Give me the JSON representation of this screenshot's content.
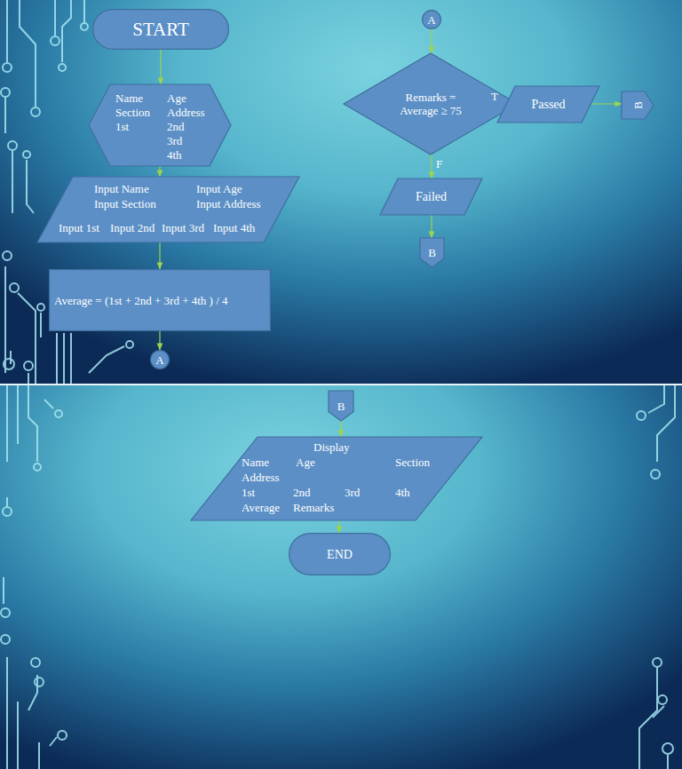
{
  "diagram": {
    "nodes": [
      {
        "text": [
          "START"
        ]
      },
      {
        "text": [
          "Name",
          "Age",
          "Section",
          "Address",
          "1st",
          "2nd",
          "3rd",
          "4th"
        ]
      },
      {
        "text": [
          "Input Name",
          "Input Age",
          "Input Section",
          "Input Address",
          "Input 1st",
          "Input 2nd",
          "Input 3rd",
          "Input 4th"
        ]
      },
      {
        "text": [
          "Average = (1st + 2nd + 3rd + 4th ) / 4"
        ]
      },
      {
        "text": [
          "A"
        ]
      },
      {
        "text": [
          "A"
        ]
      },
      {
        "text": [
          "Remarks = Average ≥ 75"
        ]
      },
      {
        "text": [
          "Passed"
        ]
      },
      {
        "text": [
          "B"
        ]
      },
      {
        "text": [
          "Failed"
        ]
      },
      {
        "text": [
          "B"
        ]
      },
      {
        "text": [
          "B"
        ]
      },
      {
        "text": [
          "Display",
          "Name",
          "Age",
          "Section",
          "Address",
          "1st",
          "2nd",
          "3rd",
          "4th",
          "Average",
          "Remarks"
        ]
      },
      {
        "text": [
          "END"
        ]
      }
    ],
    "edges": [
      {
        "from": 0,
        "to": 1,
        "arrow": "to"
      },
      {
        "from": 1,
        "to": 2,
        "arrow": "to"
      },
      {
        "from": 2,
        "to": 3,
        "arrow": "to"
      },
      {
        "from": 3,
        "to": 4,
        "arrow": "to"
      },
      {
        "from": 5,
        "to": 6,
        "arrow": "to"
      },
      {
        "from": 6,
        "to": 7,
        "label": "T",
        "arrow": "to"
      },
      {
        "from": 6,
        "to": 9,
        "label": "F",
        "arrow": "to"
      },
      {
        "from": 7,
        "to": 8,
        "arrow": "to"
      },
      {
        "from": 9,
        "to": 10,
        "arrow": "to"
      },
      {
        "from": 11,
        "to": 12,
        "arrow": "to"
      },
      {
        "from": 12,
        "to": 13,
        "arrow": "to"
      }
    ]
  }
}
